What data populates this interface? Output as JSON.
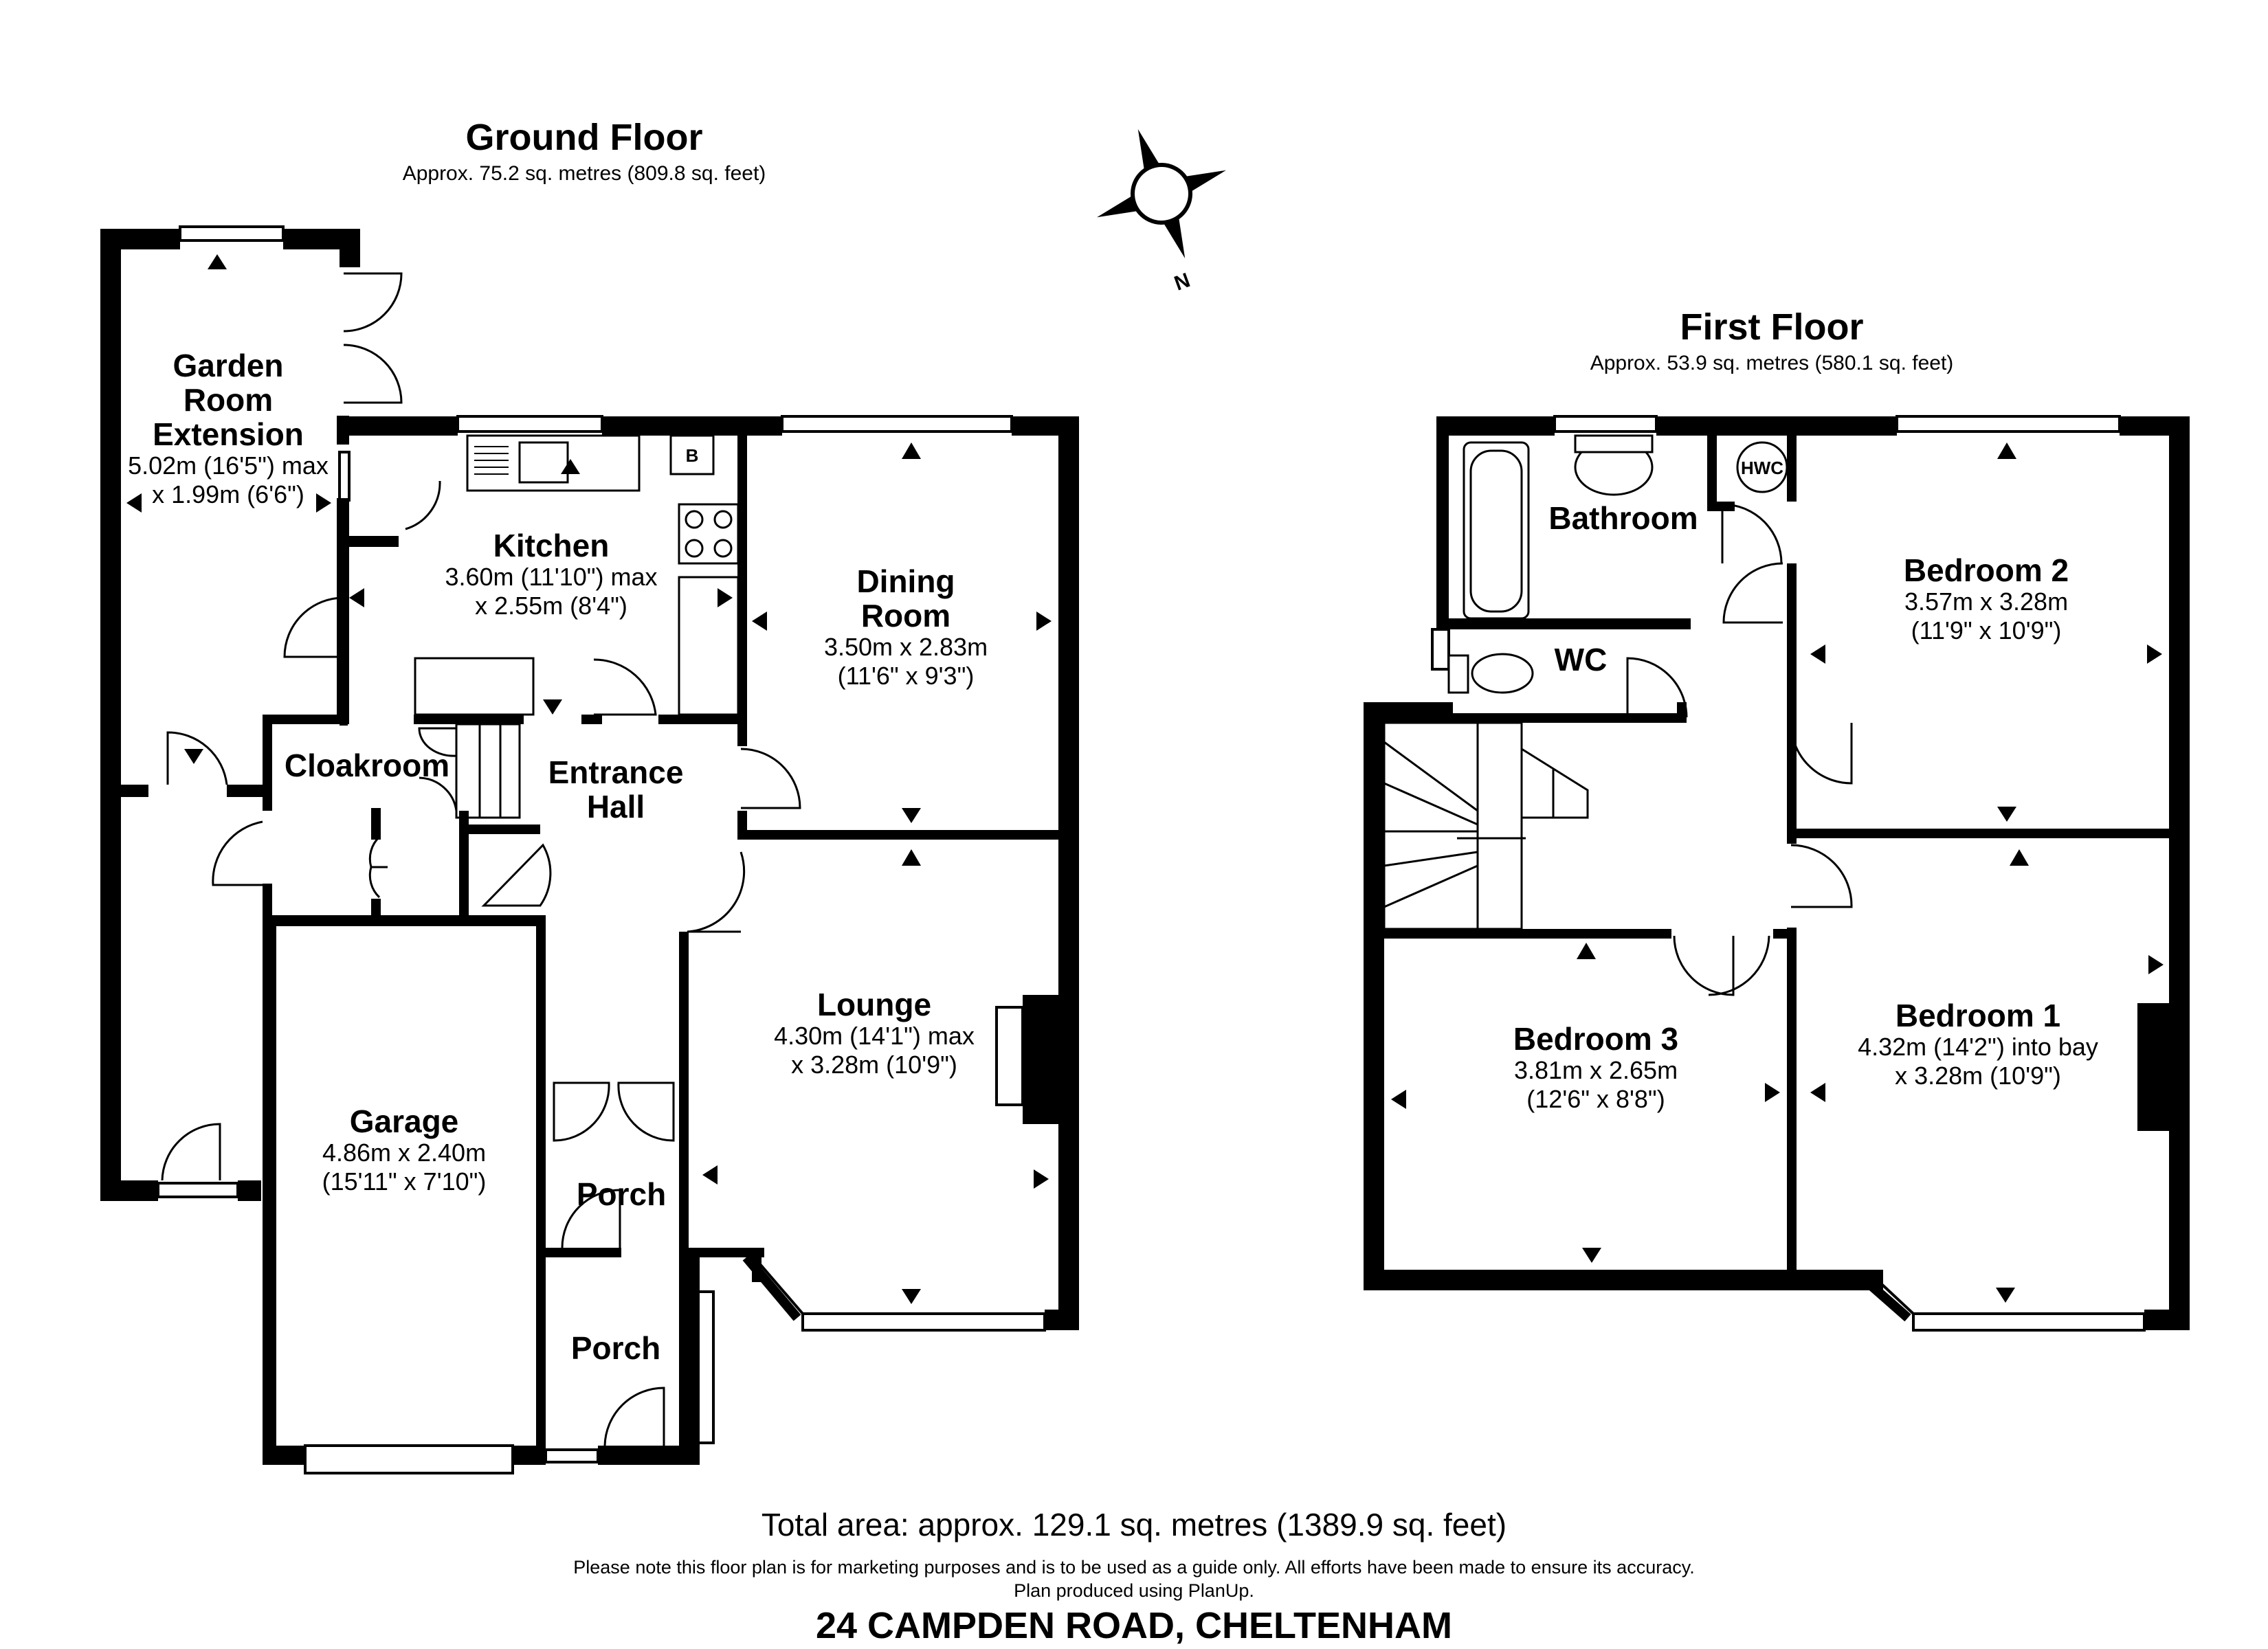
{
  "ground_floor": {
    "title": "Ground Floor",
    "area": "Approx. 75.2 sq. metres (809.8 sq. feet)",
    "rooms": {
      "garden_room": {
        "name_lines": [
          "Garden",
          "Room",
          "Extension"
        ],
        "dim_lines": [
          "5.02m (16'5\") max",
          "x 1.99m (6'6\")"
        ]
      },
      "kitchen": {
        "name_lines": [
          "Kitchen"
        ],
        "dim_lines": [
          "3.60m (11'10\") max",
          "x 2.55m (8'4\")"
        ]
      },
      "dining_room": {
        "name_lines": [
          "Dining",
          "Room"
        ],
        "dim_lines": [
          "3.50m x 2.83m",
          "(11'6\" x 9'3\")"
        ]
      },
      "cloakroom": {
        "name_lines": [
          "Cloakroom"
        ],
        "dim_lines": []
      },
      "entrance_hall": {
        "name_lines": [
          "Entrance",
          "Hall"
        ],
        "dim_lines": []
      },
      "lounge": {
        "name_lines": [
          "Lounge"
        ],
        "dim_lines": [
          "4.30m (14'1\") max",
          "x 3.28m (10'9\")"
        ]
      },
      "garage": {
        "name_lines": [
          "Garage"
        ],
        "dim_lines": [
          "4.86m x 2.40m",
          "(15'11\" x 7'10\")"
        ]
      },
      "porch_inner": {
        "name_lines": [
          "Porch"
        ],
        "dim_lines": []
      },
      "porch_outer": {
        "name_lines": [
          "Porch"
        ],
        "dim_lines": []
      }
    },
    "boiler_label": "B"
  },
  "first_floor": {
    "title": "First Floor",
    "area": "Approx. 53.9 sq. metres (580.1 sq. feet)",
    "rooms": {
      "bathroom": {
        "name_lines": [
          "Bathroom"
        ],
        "dim_lines": []
      },
      "wc": {
        "name_lines": [
          "WC"
        ],
        "dim_lines": []
      },
      "bedroom_2": {
        "name_lines": [
          "Bedroom 2"
        ],
        "dim_lines": [
          "3.57m x 3.28m",
          "(11'9\" x 10'9\")"
        ]
      },
      "bedroom_3": {
        "name_lines": [
          "Bedroom 3"
        ],
        "dim_lines": [
          "3.81m x 2.65m",
          "(12'6\" x 8'8\")"
        ]
      },
      "bedroom_1": {
        "name_lines": [
          "Bedroom 1"
        ],
        "dim_lines": [
          "4.32m (14'2\") into bay",
          "x 3.28m (10'9\")"
        ]
      }
    },
    "hwc_label": "HWC"
  },
  "compass_label": "N",
  "total_area": "Total area: approx. 129.1 sq. metres (1389.9 sq. feet)",
  "disclaimer_lines": [
    "Please note this floor plan is for marketing purposes and is to be used as a guide only. All efforts have been made to ensure its accuracy.",
    "Plan produced using PlanUp."
  ],
  "address": "24 CAMPDEN ROAD, CHELTENHAM",
  "colors": {
    "wall": "#000000",
    "background": "#ffffff",
    "fixture": "#555555"
  }
}
